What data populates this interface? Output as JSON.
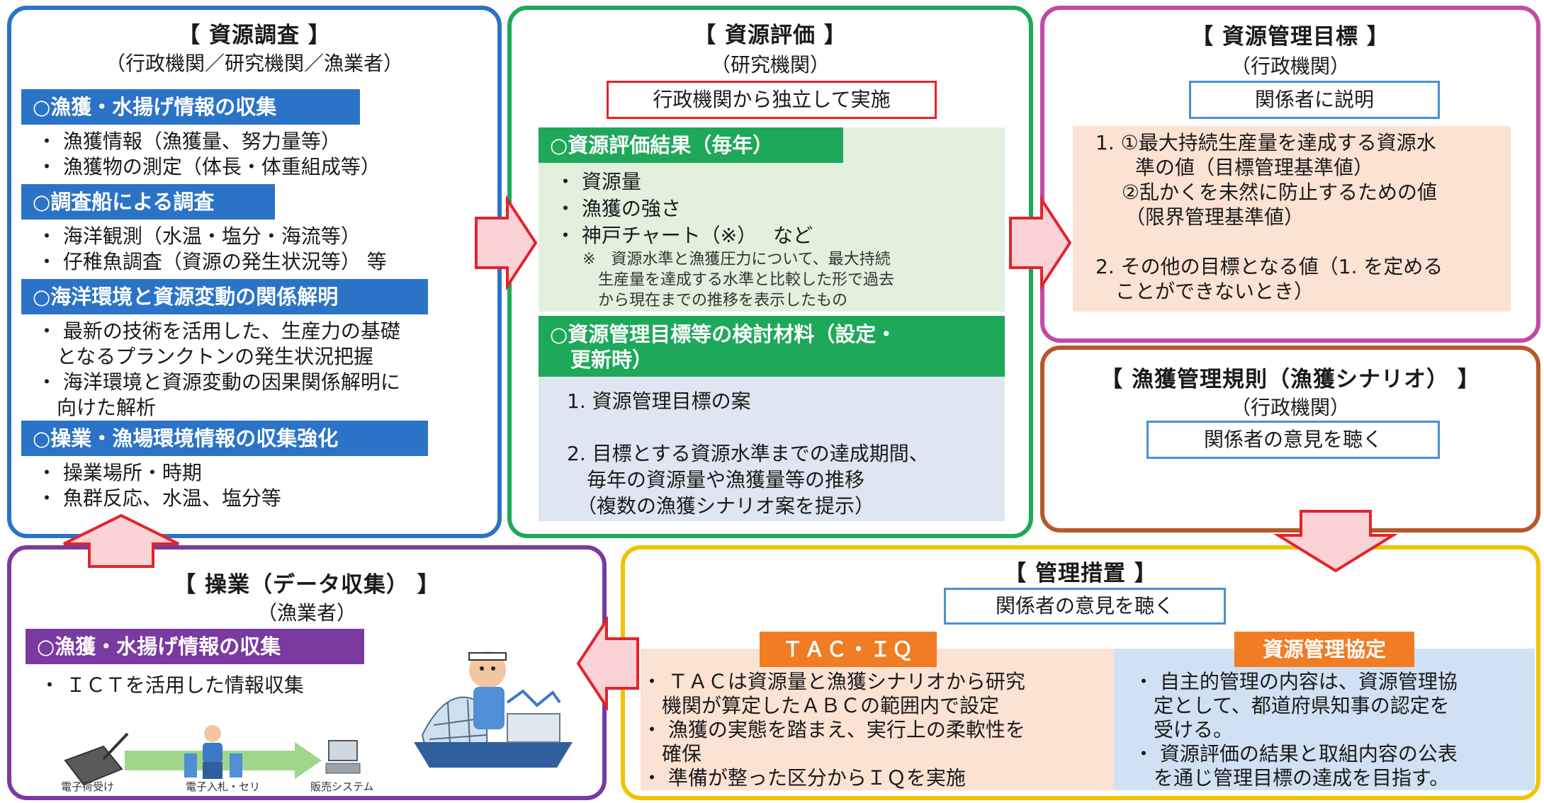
{
  "survey": {
    "title": "【 資源調査 】",
    "subtitle": "（行政機関／研究機関／漁業者）",
    "sections": [
      {
        "header": "○漁獲・水揚げ情報の収集",
        "lines": [
          "・ 漁獲情報（漁獲量、努力量等）",
          "・ 漁獲物の測定（体長・体重組成等）"
        ]
      },
      {
        "header": "○調査船による調査",
        "lines": [
          "・ 海洋観測（水温・塩分・海流等）",
          "・ 仔稚魚調査（資源の発生状況等） 等"
        ]
      },
      {
        "header": "○海洋環境と資源変動の関係解明",
        "lines": [
          "・ 最新の技術を活用した、生産力の基礎",
          "　となるプランクトンの発生状況把握",
          "・ 海洋環境と資源変動の因果関係解明に",
          "　向けた解析"
        ]
      },
      {
        "header": "○操業・漁場環境情報の収集強化",
        "lines": [
          "・ 操業場所・時期",
          "・ 魚群反応、水温、塩分等"
        ]
      }
    ]
  },
  "assessment": {
    "title": "【 資源評価 】",
    "subtitle": "（研究機関）",
    "independent": "行政機関から独立して実施",
    "results_header": "○資源評価結果（毎年）",
    "results_lines": [
      "・ 資源量",
      "・ 漁獲の強さ",
      "・ 神戸チャート（※）　 など"
    ],
    "note_lines": [
      "※　資源水準と漁獲圧力について、最大持続",
      "　生産量を達成する水準と比較した形で過去",
      "　から現在までの推移を表示したもの"
    ],
    "materials_header_lines": [
      "○資源管理目標等の検討材料（設定・",
      "　更新時）"
    ],
    "materials_lines": [
      "1. 資源管理目標の案",
      "",
      "2. 目標とする資源水準までの達成期間、",
      "　毎年の資源量や漁獲量等の推移",
      "　（複数の漁獲シナリオ案を提示）"
    ]
  },
  "target": {
    "title": "【 資源管理目標 】",
    "subtitle": "（行政機関）",
    "explain": "関係者に説明",
    "lines": [
      "1. ①最大持続生産量を達成する資源水",
      "　　準の値（目標管理基準値）",
      "　 ②乱かくを未然に防止するための値",
      "　　（限界管理基準値）",
      "",
      "2. その他の目標となる値（1. を定める",
      "　ことができないとき）"
    ]
  },
  "rule": {
    "title": "【 漁獲管理規則（漁獲シナリオ） 】",
    "subtitle": "（行政機関）",
    "listen": "関係者の意見を聴く"
  },
  "measures": {
    "title": "【 管理措置 】",
    "listen": "関係者の意見を聴く",
    "tac_header": "ＴＡＣ・ＩＱ",
    "tac_lines": [
      "・ ＴＡＣは資源量と漁獲シナリオから研究",
      "　機関が算定したＡＢＣの範囲内で設定",
      "・ 漁獲の実態を踏まえ、実行上の柔軟性を",
      "　確保",
      "・ 準備が整った区分からＩＱを実施"
    ],
    "agreement_header": "資源管理協定",
    "agreement_lines": [
      "・ 自主的管理の内容は、資源管理協",
      "　定として、都道府県知事の認定を",
      "　受ける。",
      "・ 資源評価の結果と取組内容の公表",
      "　を通じ管理目標の達成を目指す。"
    ]
  },
  "operation": {
    "title": "【 操業（データ収集） 】",
    "subtitle": "（漁業者）",
    "header": "○漁獲・水揚げ情報の収集",
    "line": "・ ＩＣＴを活用した情報収集",
    "flow_labels": [
      "電子荷受け",
      "電子入札・セリ",
      "販売システム"
    ]
  },
  "colors": {
    "survey": "#2b73c7",
    "assessment": "#1ea85a",
    "target": "#c24aa6",
    "rule": "#b5582a",
    "measures": "#f2c200",
    "operation": "#7a3aa0",
    "arrow_fill": "#fbd3d6",
    "arrow_stroke": "#e2242c"
  }
}
